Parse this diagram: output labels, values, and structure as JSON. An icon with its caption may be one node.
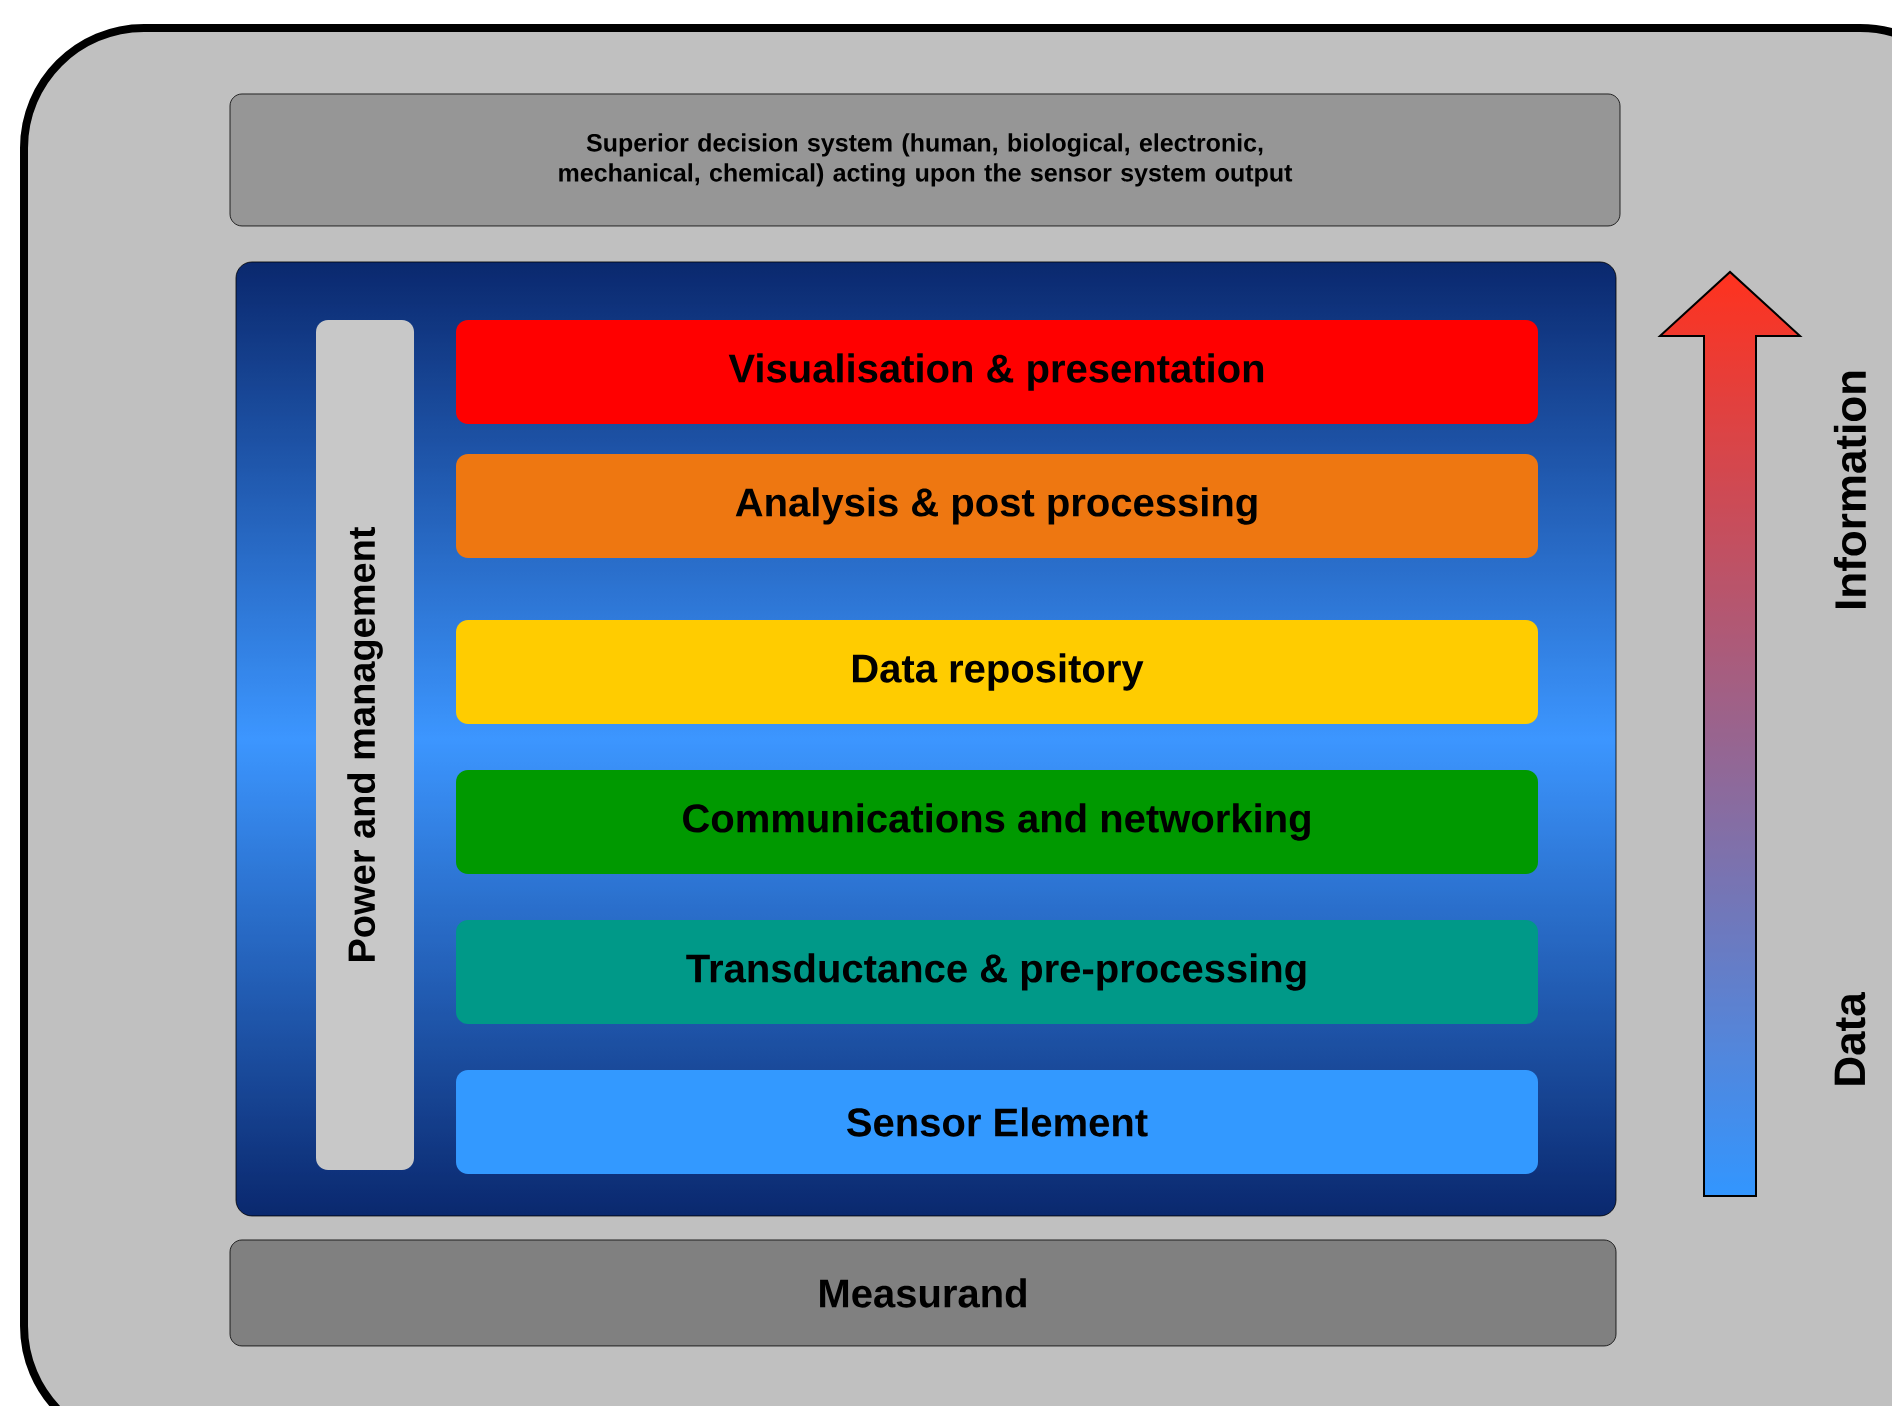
{
  "diagram": {
    "nodes": [
      {
        "text": [
          "Superior decision system (human, biological, electronic, mechanical, chemical) acting upon the sensor system output"
        ]
      },
      {
        "text": [
          "Power and management"
        ]
      },
      {
        "text": [
          "Visualisation & presentation"
        ]
      },
      {
        "text": [
          "Analysis & post processing"
        ]
      },
      {
        "text": [
          "Data repository"
        ]
      },
      {
        "text": [
          "Communications and networking"
        ]
      },
      {
        "text": [
          "Transductance  & pre-processing"
        ]
      },
      {
        "text": [
          "Sensor Element"
        ]
      },
      {
        "text": [
          "Measurand"
        ]
      }
    ],
    "labels": [
      "Information",
      "Data"
    ]
  }
}
